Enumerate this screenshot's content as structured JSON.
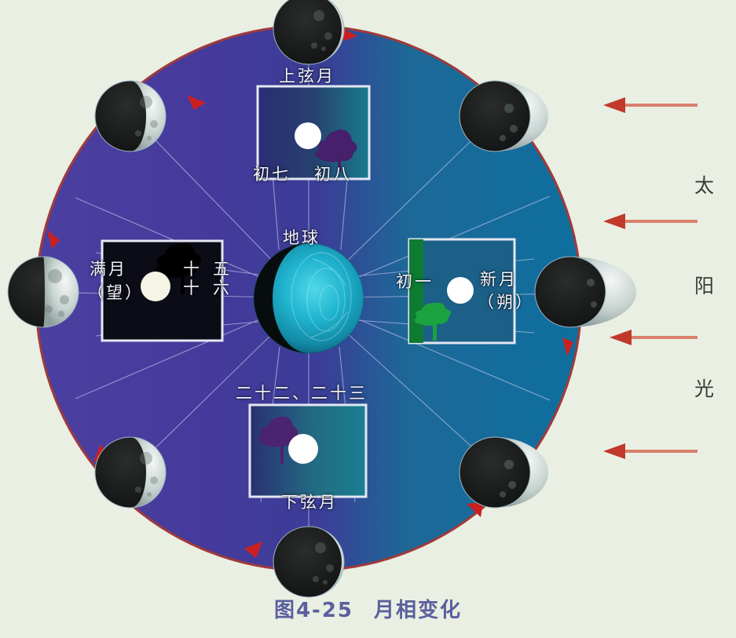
{
  "figure": {
    "caption_number": "图4-25",
    "caption_title": "月相变化",
    "background_color": "#e9efe2",
    "caption_color": "#5b5f9e"
  },
  "center": {
    "earth_label": "地球",
    "lit_side_color": "#19a9c4",
    "dark_side_color": "#0a0a0a"
  },
  "sun": {
    "label_chars": [
      "太",
      "阳",
      "光"
    ],
    "arrow_color": "#c0392b",
    "arrow_line_color": "#d9806e",
    "arrow_count": 4,
    "direction": "left"
  },
  "orbit": {
    "ring_color": "#a03a3a",
    "fill_left_color": "#473a9a",
    "fill_right_color": "#0f6f9e",
    "arrow_color": "#cc2020",
    "arrow_count": 8,
    "direction": "counter-clockwise"
  },
  "panels": [
    {
      "id": "first-quarter",
      "position": "top",
      "title_above": "上弦月",
      "title_below": "初七、初八",
      "below_left": "初七",
      "below_right": "初八",
      "sky_left_color": "#2d2f78",
      "sky_right_color": "#1c7c8e",
      "tree_color": "#46206b",
      "moon_color": "#ffffff"
    },
    {
      "id": "full-moon",
      "position": "left",
      "name_line1": "满月",
      "name_line2": "（望）",
      "date_line1": "十五",
      "date_line2": "十六",
      "date_col1_a": "十",
      "date_col1_b": "十",
      "date_col2_a": "五",
      "date_col2_b": "六",
      "sky_color": "#0c0c18",
      "tree_color": "#000000",
      "moon_color": "#f5f3e4"
    },
    {
      "id": "new-moon",
      "position": "right",
      "date": "初一",
      "name_line1": "新月",
      "name_line2": "（朔）",
      "sky_color": "#1d5f87",
      "ground_color": "#0f7a33",
      "tree_color": "#1a9a3c",
      "moon_color": "#ffffff"
    },
    {
      "id": "last-quarter",
      "position": "bottom",
      "title_above": "二十二、二十三",
      "title_below": "下弦月",
      "sky_left_color": "#2b2f72",
      "sky_right_color": "#1b7f92",
      "tree_color": "#4b2370",
      "moon_color": "#ffffff"
    }
  ],
  "moons": [
    {
      "id": "moon-top",
      "phase": "first-quarter",
      "angle_deg": 90,
      "lit_side": "right",
      "lit_fraction": 0.5
    },
    {
      "id": "moon-top-left",
      "phase": "waxing-gibbous",
      "angle_deg": 135,
      "lit_side": "right",
      "lit_fraction": 0.72
    },
    {
      "id": "moon-left",
      "phase": "full-moon",
      "angle_deg": 180,
      "lit_side": "right",
      "lit_fraction": 0.95
    },
    {
      "id": "moon-bottom-left",
      "phase": "waning-gibbous",
      "angle_deg": 225,
      "lit_side": "right",
      "lit_fraction": 0.72
    },
    {
      "id": "moon-bottom",
      "phase": "last-quarter",
      "angle_deg": 270,
      "lit_side": "right",
      "lit_fraction": 0.5
    },
    {
      "id": "moon-bottom-right",
      "phase": "waning-crescent",
      "angle_deg": 315,
      "lit_side": "right",
      "lit_fraction": 0.28
    },
    {
      "id": "moon-right",
      "phase": "new-moon",
      "angle_deg": 0,
      "lit_side": "right",
      "lit_fraction": 0.07
    },
    {
      "id": "moon-top-right",
      "phase": "waxing-crescent",
      "angle_deg": 45,
      "lit_side": "right",
      "lit_fraction": 0.28
    }
  ]
}
